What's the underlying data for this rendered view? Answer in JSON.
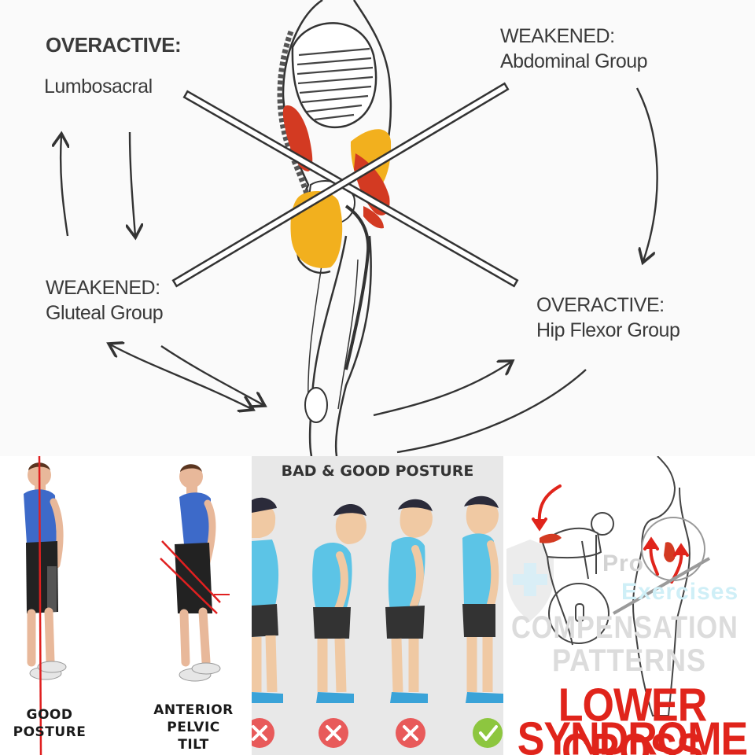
{
  "diagram": {
    "overactive_lumbo": {
      "heading": "OVERACTIVE:",
      "group": "Lumbosacral"
    },
    "weakened_abdominal": {
      "heading": "WEAKENED:",
      "group": "Abdominal Group"
    },
    "weakened_gluteal": {
      "heading": "WEAKENED:",
      "group": "Gluteal Group"
    },
    "overactive_hip": {
      "heading": "OVERACTIVE:",
      "group": "Hip Flexor Group"
    }
  },
  "panel_posture": {
    "good_caption": [
      "GOOD",
      "POSTURE"
    ],
    "apt_caption": [
      "ANTERIOR",
      "PELVIC",
      "TILT"
    ]
  },
  "panel_bad_good": {
    "title": "BAD & GOOD POSTURE",
    "verdicts": [
      "bad",
      "bad",
      "bad",
      "good"
    ],
    "icons": [
      "x-icon",
      "x-icon",
      "x-icon",
      "check-icon"
    ]
  },
  "panel_lcs": {
    "watermark_brand": [
      "Pro",
      "Exercises"
    ],
    "watermark": [
      "COMPENSATION",
      "PATTERNS"
    ],
    "title_line1": "LOWER CROSS",
    "title_line2": "SYNDROME"
  },
  "colors": {
    "muscle_overactive": "#d33a22",
    "muscle_weak": "#f2b01e",
    "accent_red": "#e0241b",
    "bad_badge": "#e85a5a",
    "good_badge": "#8dc63f",
    "shirt_blue": "#5cc4e6",
    "shoe_blue": "#3aa3d8",
    "line_red": "#e02020"
  }
}
